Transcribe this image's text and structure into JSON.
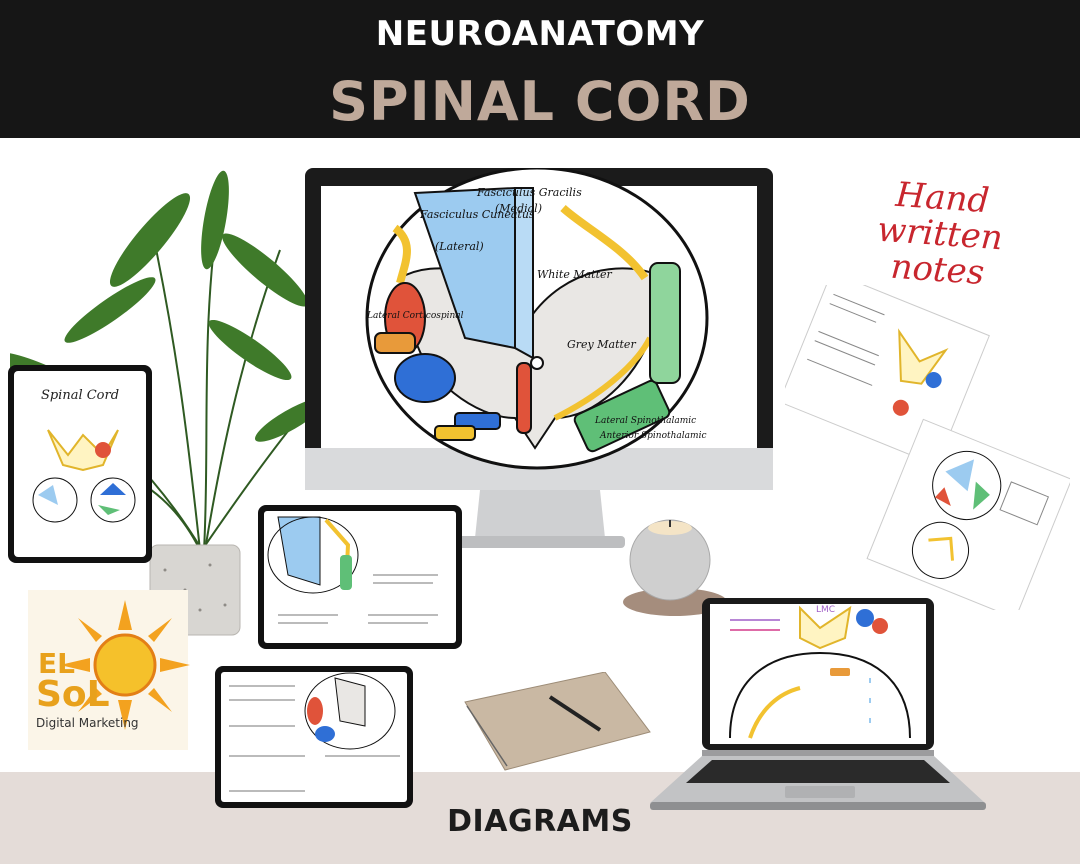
{
  "header": {
    "subtitle": "NEUROANATOMY",
    "title": "SPINAL CORD"
  },
  "footer": {
    "label": "DIAGRAMS"
  },
  "callout": {
    "handwritten": "Hand written notes"
  },
  "monitor_diagram": {
    "labels": {
      "fasciculus_cuneatus": "Fasciculus Cuneatus",
      "cuneatus_side": "(Lateral)",
      "fasciculus_gracilis": "Fasciculus Gracilis",
      "gracilis_side": "(Medial)",
      "white_matter": "White Matter",
      "grey_matter": "Grey Matter",
      "lateral_corticospinal": "Lateral Corticospinal",
      "lateral_spinothalamic": "Lateral Spinothalamic",
      "anterior_spinothalamic": "Anterior Spinothalamic"
    }
  },
  "tablet": {
    "title": "Spinal Cord"
  },
  "laptop": {
    "label": "LMC"
  },
  "logo": {
    "line1": "EL",
    "line2": "SoL",
    "line3": "Digital Marketing"
  },
  "colors": {
    "header_bg": "#161616",
    "title_accent": "#bfa99a",
    "handwritten_red": "#c8262e",
    "tract_blue": "#9ccbf0",
    "tract_green": "#5fbf77",
    "tract_red": "#e0533a",
    "tract_orange": "#e89a3a",
    "tract_yellow": "#f2c230",
    "logo_orange": "#e8a11c"
  },
  "icons": [
    "palm-plant",
    "spiral-notebook-icon",
    "candle-icon",
    "sun-logo-icon"
  ]
}
